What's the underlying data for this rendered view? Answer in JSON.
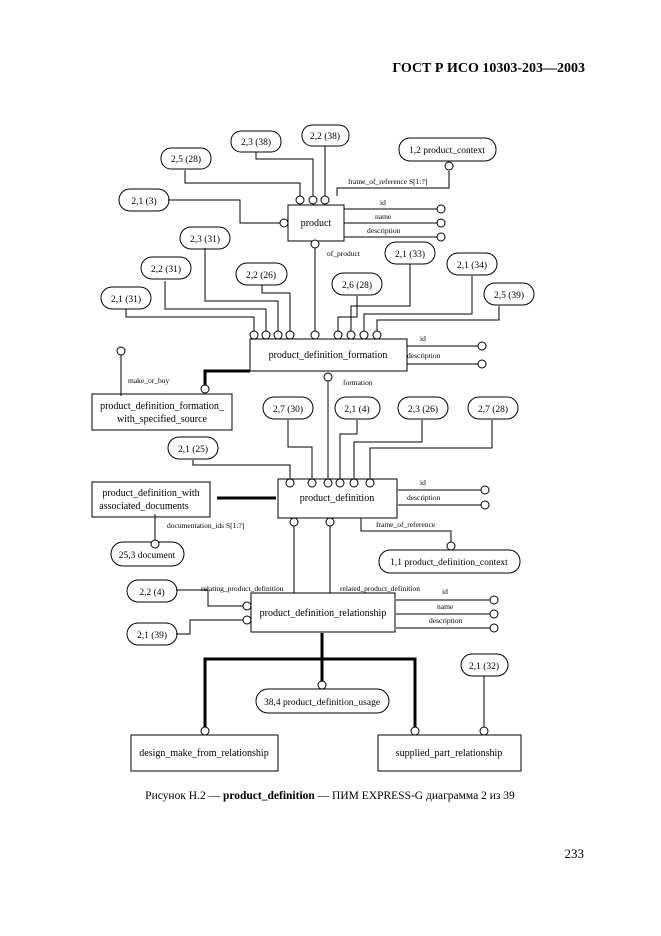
{
  "header": "ГОСТ Р ИСО 10303-203—2003",
  "page_number": "233",
  "caption": {
    "prefix": "Рисунок Н.2 — ",
    "bold": "product_definition",
    "suffix": " — ПИМ EXPRESS-G диаграмма 2 из 39"
  },
  "entities": {
    "product": "product",
    "pdf": "product_definition_formation",
    "pdfwss_line1": "product_definition_formation_",
    "pdfwss_line2": "with_specified_source",
    "pd": "product_definition",
    "pdwad_line1": "product_definition_with",
    "pdwad_line2": "associated_documents",
    "pdr": "product_definition_relationship",
    "dmfr": "design_make_from_relationship",
    "spr": "supplied_part_relationship"
  },
  "refs": {
    "r_2_3_38": "2,3 (38)",
    "r_2_2_38": "2,2 (38)",
    "r_2_5_28": "2,5 (28)",
    "r_1_2_pc": "1,2 product_context",
    "r_2_1_3": "2,1 (3)",
    "r_2_3_31": "2,3 (31)",
    "r_2_2_31": "2,2 (31)",
    "r_2_2_26": "2,2 (26)",
    "r_2_1_33": "2,1 (33)",
    "r_2_1_34": "2,1 (34)",
    "r_2_6_28": "2,6 (28)",
    "r_2_5_39": "2,5 (39)",
    "r_2_1_31": "2,1 (31)",
    "r_2_7_30": "2,7 (30)",
    "r_2_1_4": "2,1 (4)",
    "r_2_3_26": "2,3 (26)",
    "r_2_7_28": "2,7 (28)",
    "r_2_1_25": "2,1 (25)",
    "r_25_3_doc": "25,3 document",
    "r_1_1_pdc": "1,1 product_definition_context",
    "r_2_2_4": "2,2 (4)",
    "r_2_1_39": "2,1 (39)",
    "r_2_1_32": "2,1 (32)",
    "r_38_4_pdu": "38,4 product_definition_usage"
  },
  "labels": {
    "frame_of_reference_s": "frame_of_reference S[1:?]",
    "id": "id",
    "name": "name",
    "description": "description",
    "of_product": "of_product",
    "make_or_buy": "make_or_buy",
    "formation": "formation",
    "documentation_ids": "documentation_ids S[1:?]",
    "frame_of_reference": "frame_of_reference",
    "relating_pd": "relating_product_definition",
    "related_pd": "related_product_definition"
  }
}
